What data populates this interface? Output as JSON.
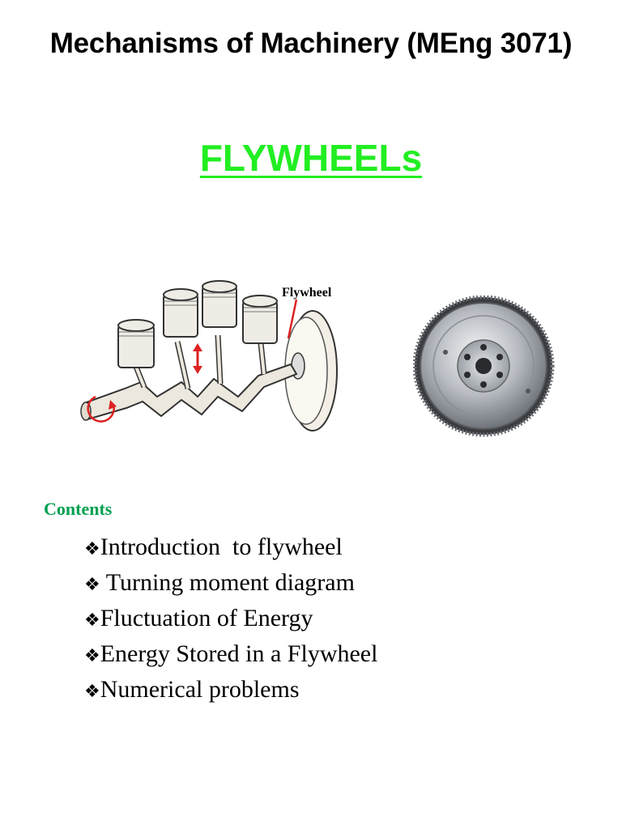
{
  "header": {
    "course_title": "Mechanisms of Machinery (MEng 3071)",
    "topic_title": "FLYWHEELs",
    "topic_color": "#22ee22"
  },
  "figures": {
    "crank_label": "Flywheel",
    "crank_icon": "engine-crankshaft-pistons",
    "flywheel_icon": "flywheel-ring-gear"
  },
  "contents": {
    "heading": "Contents",
    "heading_color": "#00a050",
    "bullet": "❖",
    "items": [
      "Introduction  to flywheel",
      " Turning moment diagram",
      "Fluctuation of Energy",
      "Energy Stored in a Flywheel",
      "Numerical problems"
    ]
  }
}
